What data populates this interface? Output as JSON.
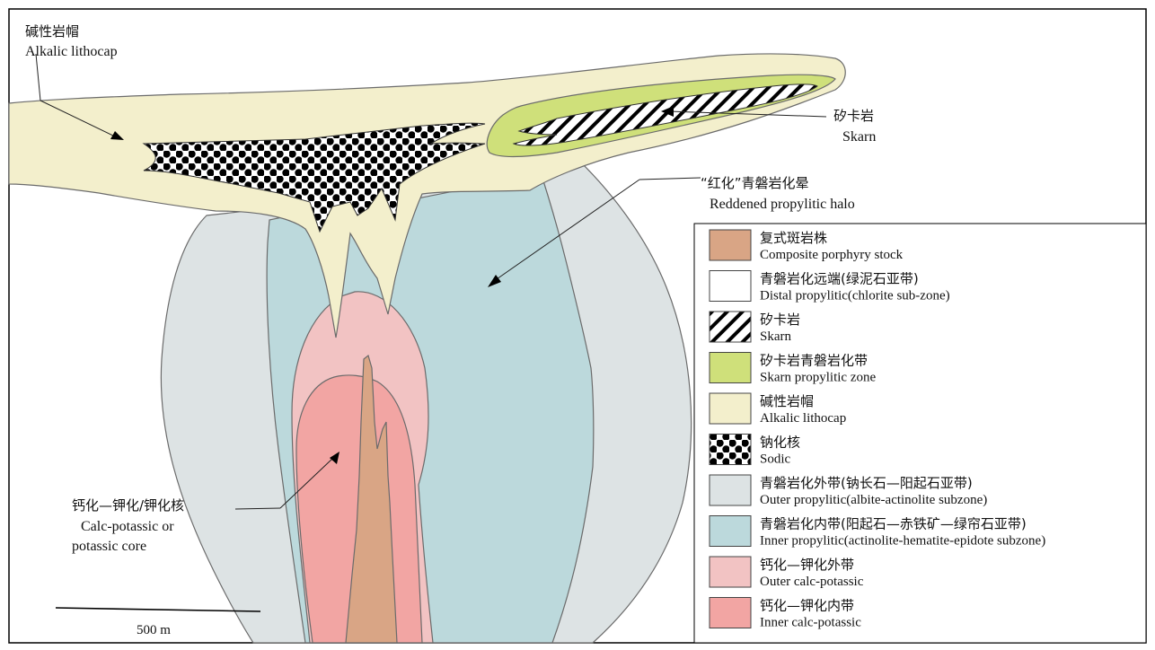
{
  "title_label": {
    "cn": "碱性岩帽",
    "en": "Alkalic lithocap"
  },
  "callouts": {
    "skarn": {
      "cn": "矽卡岩",
      "en": "Skarn"
    },
    "reddened": {
      "cn": "“红化”青磐岩化晕",
      "en": "Reddened propylitic halo"
    },
    "core": {
      "cn": "钙化—钾化/钾化核",
      "en1": "Calc-potassic or",
      "en2": "potassic core"
    }
  },
  "scale_bar": {
    "label": "500 m"
  },
  "legend": [
    {
      "cn": "复式斑岩株",
      "en": "Composite porphyry stock",
      "color": "#d9a585",
      "pattern": "solid"
    },
    {
      "cn": "青磐岩化远端(绿泥石亚带)",
      "en": "Distal propylitic(chlorite sub-zone)",
      "color": "#ffffff",
      "pattern": "solid"
    },
    {
      "cn": "矽卡岩",
      "en": "Skarn",
      "color": "#ffffff",
      "pattern": "hatch"
    },
    {
      "cn": "矽卡岩青磐岩化带",
      "en": "Skarn propylitic zone",
      "color": "#cfe07a",
      "pattern": "solid"
    },
    {
      "cn": "碱性岩帽",
      "en": "Alkalic lithocap",
      "color": "#f3efcc",
      "pattern": "solid"
    },
    {
      "cn": "钠化核",
      "en": "Sodic",
      "color": "#ffffff",
      "pattern": "dots"
    },
    {
      "cn": "青磐岩化外带(钠长石—阳起石亚带)",
      "en": "Outer propylitic(albite-actinolite subzone)",
      "color": "#dde3e4",
      "pattern": "solid"
    },
    {
      "cn": "青磐岩化内带(阳起石—赤铁矿—绿帘石亚带)",
      "en": "Inner propylitic(actinolite-hematite-epidote subzone)",
      "color": "#bcd9dc",
      "pattern": "solid"
    },
    {
      "cn": "钙化—钾化外带",
      "en": "Outer calc-potassic",
      "color": "#f2c3c3",
      "pattern": "solid"
    },
    {
      "cn": "钙化—钾化内带",
      "en": "Inner calc-potassic",
      "color": "#f2a5a3",
      "pattern": "solid"
    }
  ],
  "colors": {
    "outer_propylitic": "#dde3e4",
    "inner_propylitic": "#bcd9dc",
    "lithocap": "#f3efcc",
    "outer_calc": "#f2c3c3",
    "inner_calc": "#f2a5a3",
    "porphyry": "#d9a585",
    "skarn_prop": "#cfe07a"
  }
}
